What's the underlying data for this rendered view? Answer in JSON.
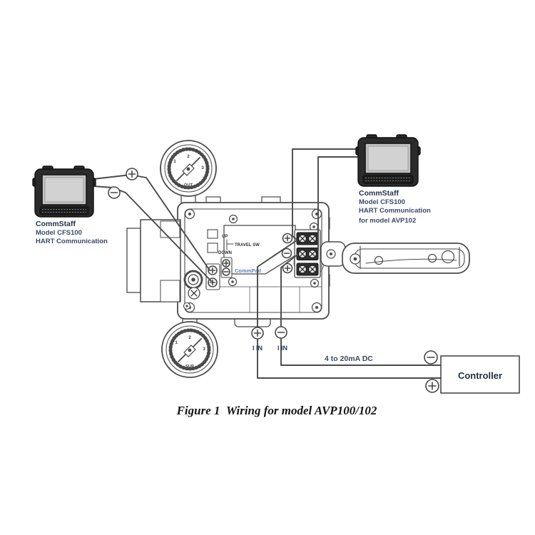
{
  "caption": "Figure 1  Wiring for model AVP100/102",
  "colors": {
    "line_art": "#4a4a4a",
    "label_navy": "#2c3a57",
    "commpad_blue": "#5b84ba",
    "device_body": "#2b2b2b"
  },
  "left_device": {
    "title": "CommStaff",
    "model": "Model CFS100",
    "comm": "HART Communication"
  },
  "right_device": {
    "title": "CommStaff",
    "model": "Model CFS100",
    "comm": "HART Communication",
    "for_model": "for model AVP102"
  },
  "positioner": {
    "up": "UP",
    "travel_sw": "TRAVEL SW",
    "down": "DOWN",
    "commpad": "CommPad"
  },
  "gauge_top": {
    "label": "OUT",
    "ticks": [
      "1",
      "2",
      "3"
    ]
  },
  "gauge_bottom": {
    "label": "SUP",
    "ticks": [
      "1",
      "2",
      "3"
    ]
  },
  "wiring": {
    "signal_label": "4 to 20mA DC",
    "iin_plus_label": "I IN",
    "iin_minus_label": "I IN"
  },
  "controller": {
    "label": "Controller"
  }
}
